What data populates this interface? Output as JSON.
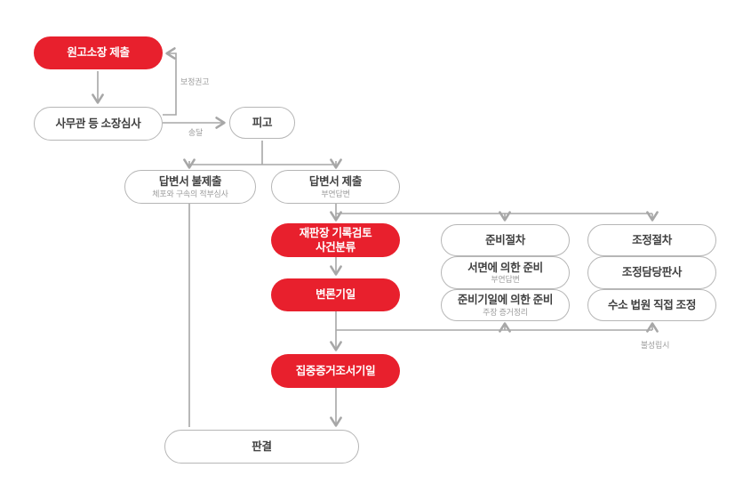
{
  "colors": {
    "accent_red": "#e8202d",
    "node_border": "#b6b6b6",
    "connector_gray": "#a7a7a7",
    "title_text": "#404040",
    "subtitle_text": "#9d9d9d"
  },
  "nodes": {
    "complaint": {
      "label": "원고소장 제출"
    },
    "clerk_review": {
      "label": "사무관 등 소장심사"
    },
    "defendant": {
      "label": "피고"
    },
    "answer_not_submitted": {
      "label": "답변서 불제출",
      "sublabel": "체포와 구속의 적부심사"
    },
    "answer_submitted": {
      "label": "답변서 제출",
      "sublabel": "부연답변"
    },
    "judge_record_review": {
      "label": "재판장 기록검토",
      "label_line2": "사건분류"
    },
    "hearing_date": {
      "label": "변론기일"
    },
    "preparation_procedure": {
      "label": "준비절차"
    },
    "written_preparation": {
      "label": "서면에 의한 준비",
      "sublabel": "부연답변"
    },
    "date_preparation": {
      "label": "준비기일에 의한 준비",
      "sublabel": "주장 증거정리"
    },
    "mediation_procedure": {
      "label": "조정절차"
    },
    "mediation_judge": {
      "label": "조정담당판사"
    },
    "court_direct_mediation": {
      "label": "수소 법원 직접 조정"
    },
    "intensive_evidence_date": {
      "label": "집중증거조서기일"
    },
    "judgment": {
      "label": "판결"
    }
  },
  "edge_labels": {
    "correction_recommendation": "보정권고",
    "service": "송달",
    "if_not_settled": "불성립시"
  }
}
